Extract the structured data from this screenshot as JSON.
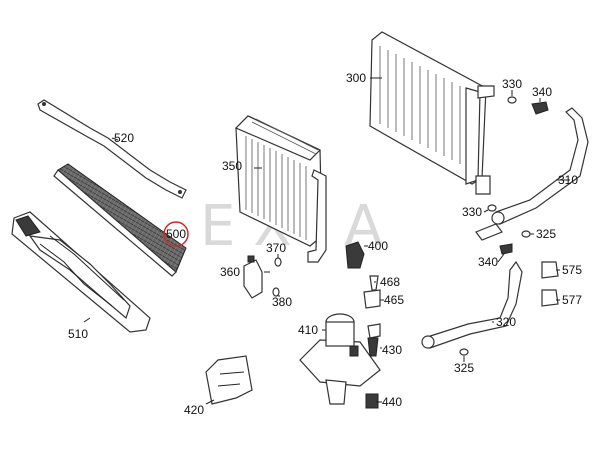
{
  "diagram": {
    "watermark": "EXIA",
    "highlight_color": "#d62828",
    "labels": {
      "p300": "300",
      "p310": "310",
      "p320": "320",
      "p325a": "325",
      "p325b": "325",
      "p330a": "330",
      "p330b": "330",
      "p340a": "340",
      "p340b": "340",
      "p350": "350",
      "p360": "360",
      "p370": "370",
      "p380": "380",
      "p400": "400",
      "p410": "410",
      "p420": "420",
      "p430": "430",
      "p440": "440",
      "p465": "465",
      "p468": "468",
      "p500": "500",
      "p510": "510",
      "p520": "520",
      "p575": "575",
      "p577": "577"
    }
  }
}
